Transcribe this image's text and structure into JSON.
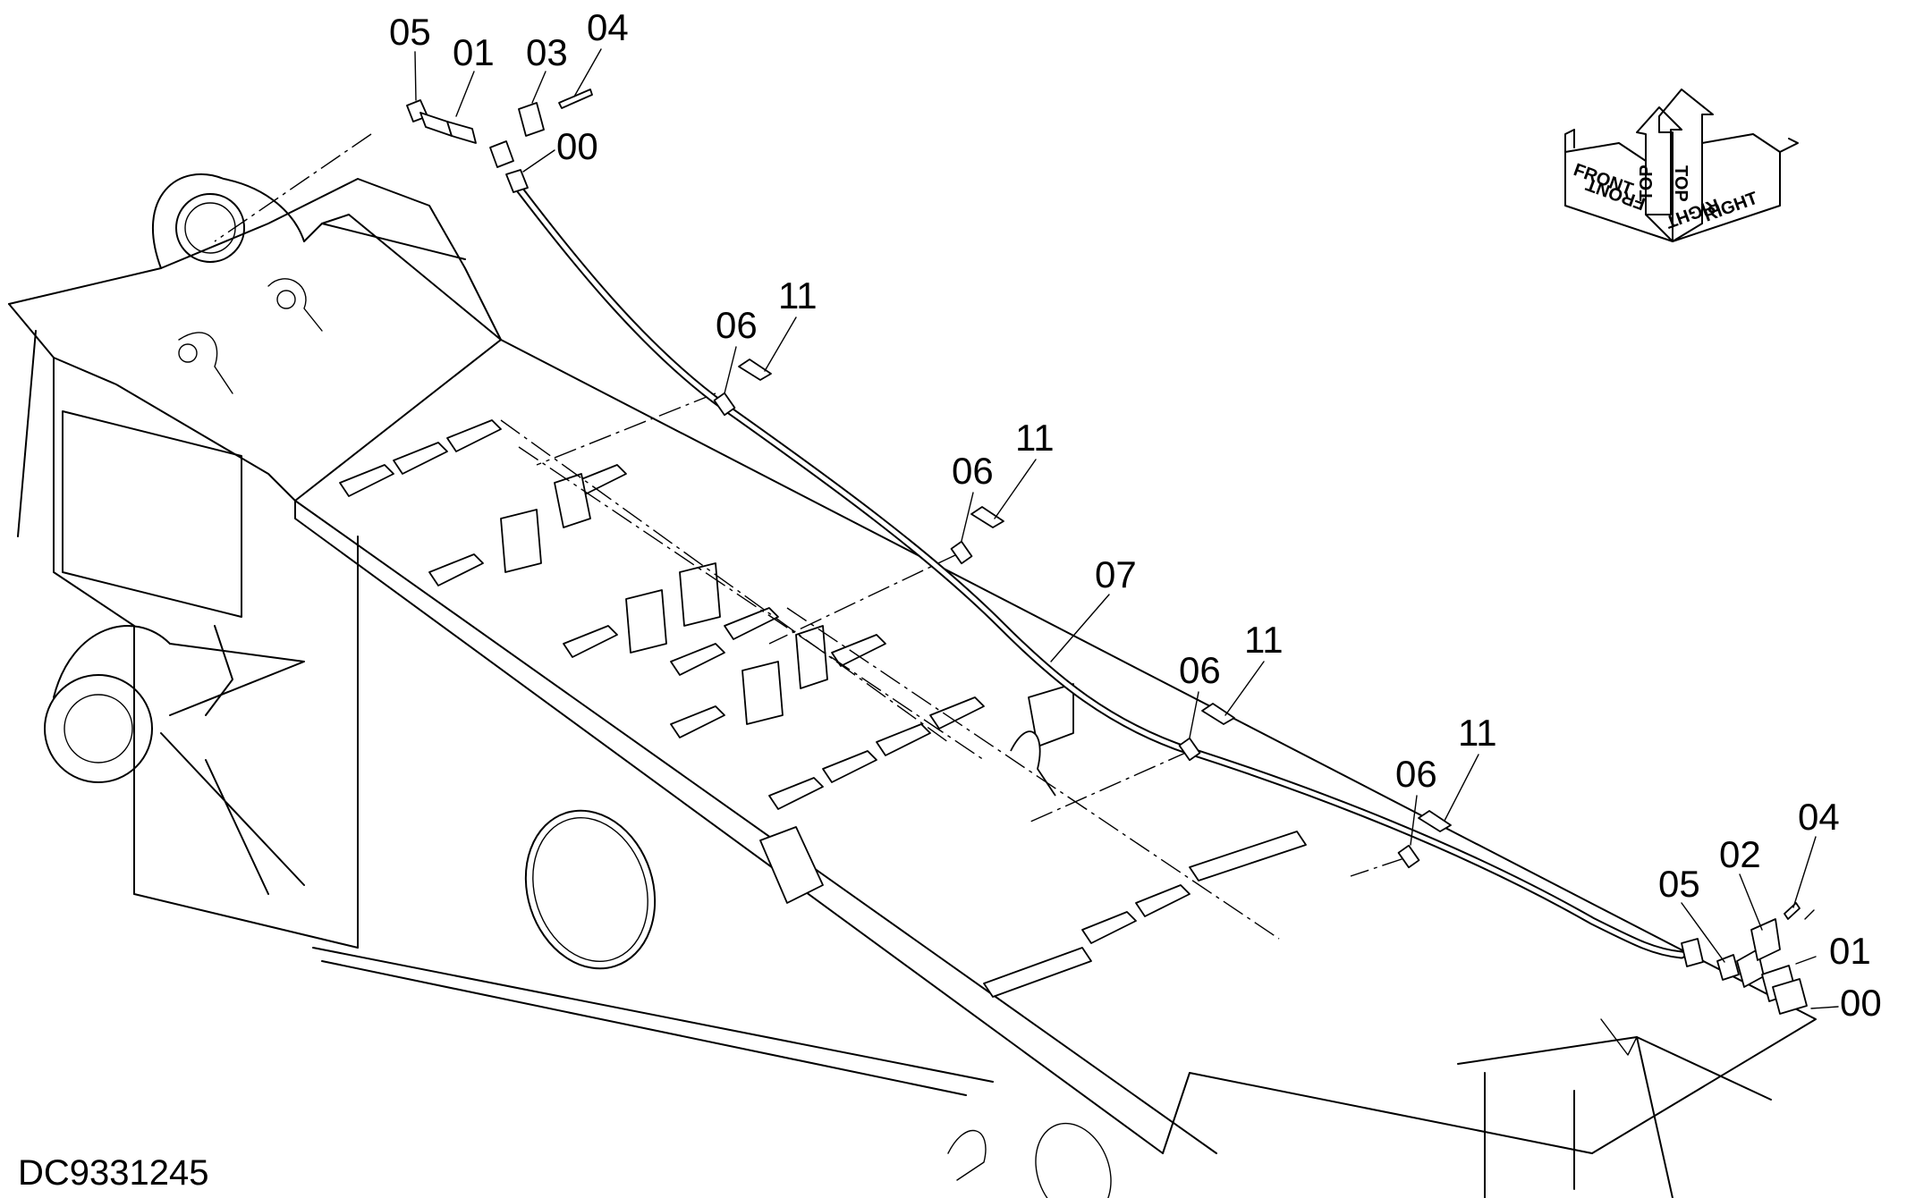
{
  "drawing": {
    "id": "DC9331245"
  },
  "orientation_arrow": {
    "labels": [
      "FRONT",
      "FRONT",
      "TOP",
      "TOP",
      "RIGHT",
      "RIGHT"
    ]
  },
  "callouts": {
    "top_group": [
      "05",
      "01",
      "03",
      "04",
      "00"
    ],
    "clamps": [
      {
        "clip": "06",
        "bolt": "11"
      },
      {
        "clip": "06",
        "bolt": "11"
      },
      {
        "clip": "06",
        "bolt": "11"
      },
      {
        "clip": "06",
        "bolt": "11"
      }
    ],
    "hose": "07",
    "bottom_group": [
      "04",
      "02",
      "05",
      "01",
      "00"
    ]
  },
  "colors": {
    "ink": "#000000",
    "paper": "#ffffff"
  }
}
